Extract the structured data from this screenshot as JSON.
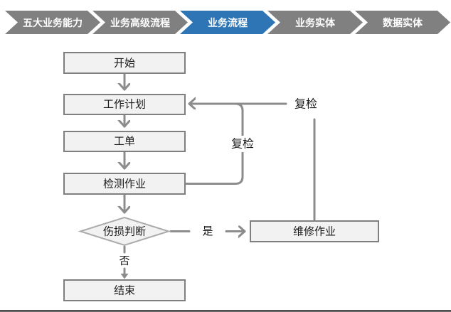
{
  "nav": {
    "steps": [
      {
        "label": "五大业务能力",
        "active": false
      },
      {
        "label": "业务高级流程",
        "active": false
      },
      {
        "label": "业务流程",
        "active": true
      },
      {
        "label": "业务实体",
        "active": false
      },
      {
        "label": "数据实体",
        "active": false
      }
    ]
  },
  "flowchart": {
    "nodes": {
      "start": "开始",
      "plan": "工作计划",
      "order": "工单",
      "inspect": "检测作业",
      "decision": "伤损判断",
      "repair": "维修作业",
      "end": "结束"
    },
    "edge_labels": {
      "yes": "是",
      "no": "否",
      "recheck_inner": "复检",
      "recheck_outer": "复检"
    }
  },
  "colors": {
    "nav_gray": "#808080",
    "nav_active_blue": "#2E75B6",
    "nav_text": "#FFFFFF",
    "node_fill": "#F2F2F2",
    "node_border": "#7F7F7F",
    "decision_border": "#ABABAB",
    "connector": "#8C8C8C",
    "text": "#1A1A1A",
    "bottom_rule": "#000000"
  }
}
